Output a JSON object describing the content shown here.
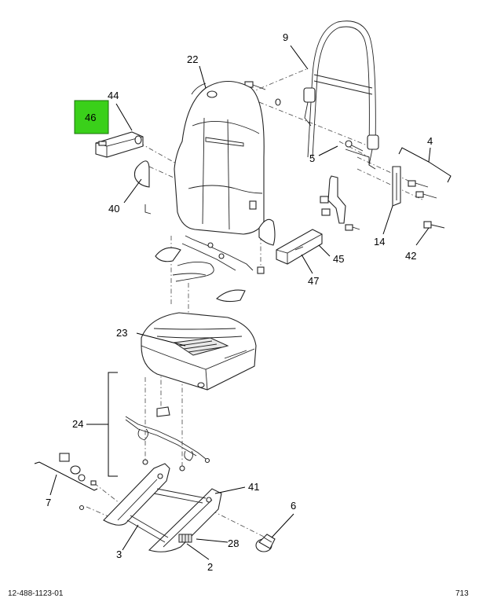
{
  "highlight": {
    "part": "46",
    "color": "#3ad01a"
  },
  "callouts": {
    "c2": "2",
    "c3": "3",
    "c4": "4",
    "c5": "5",
    "c6": "6",
    "c7": "7",
    "c9": "9",
    "c14": "14",
    "c22": "22",
    "c23": "23",
    "c24": "24",
    "c28": "28",
    "c40": "40",
    "c41": "41",
    "c42": "42",
    "c44": "44",
    "c45": "45",
    "c46": "46",
    "c47": "47"
  },
  "footer": {
    "left": "12-488-1123-01",
    "right": "713"
  }
}
